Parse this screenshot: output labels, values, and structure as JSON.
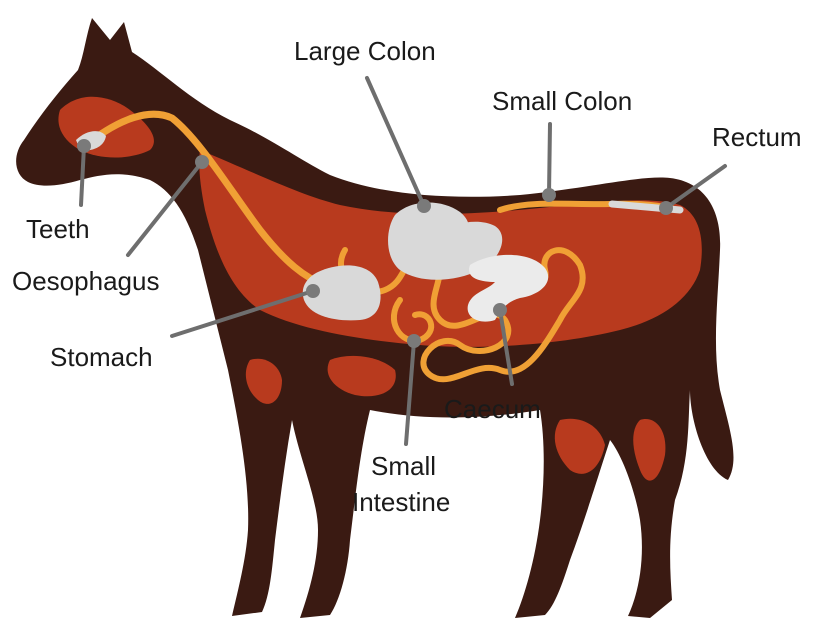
{
  "diagram": {
    "colors": {
      "coat_dark": "#3a1a12",
      "coat_mid": "#b83a1e",
      "gut_orange": "#f0a035",
      "organ_grey": "#d9d9d9",
      "leader": "#6e6e6e",
      "text": "#1a1a1a"
    },
    "labels": {
      "teeth": "Teeth",
      "oesophagus": "Oesophagus",
      "stomach": "Stomach",
      "large_colon": "Large Colon",
      "small_colon": "Small Colon",
      "rectum": "Rectum",
      "caecum": "Caecum",
      "small_intestine_line1": "Small",
      "small_intestine_line2": "Intestine"
    }
  }
}
